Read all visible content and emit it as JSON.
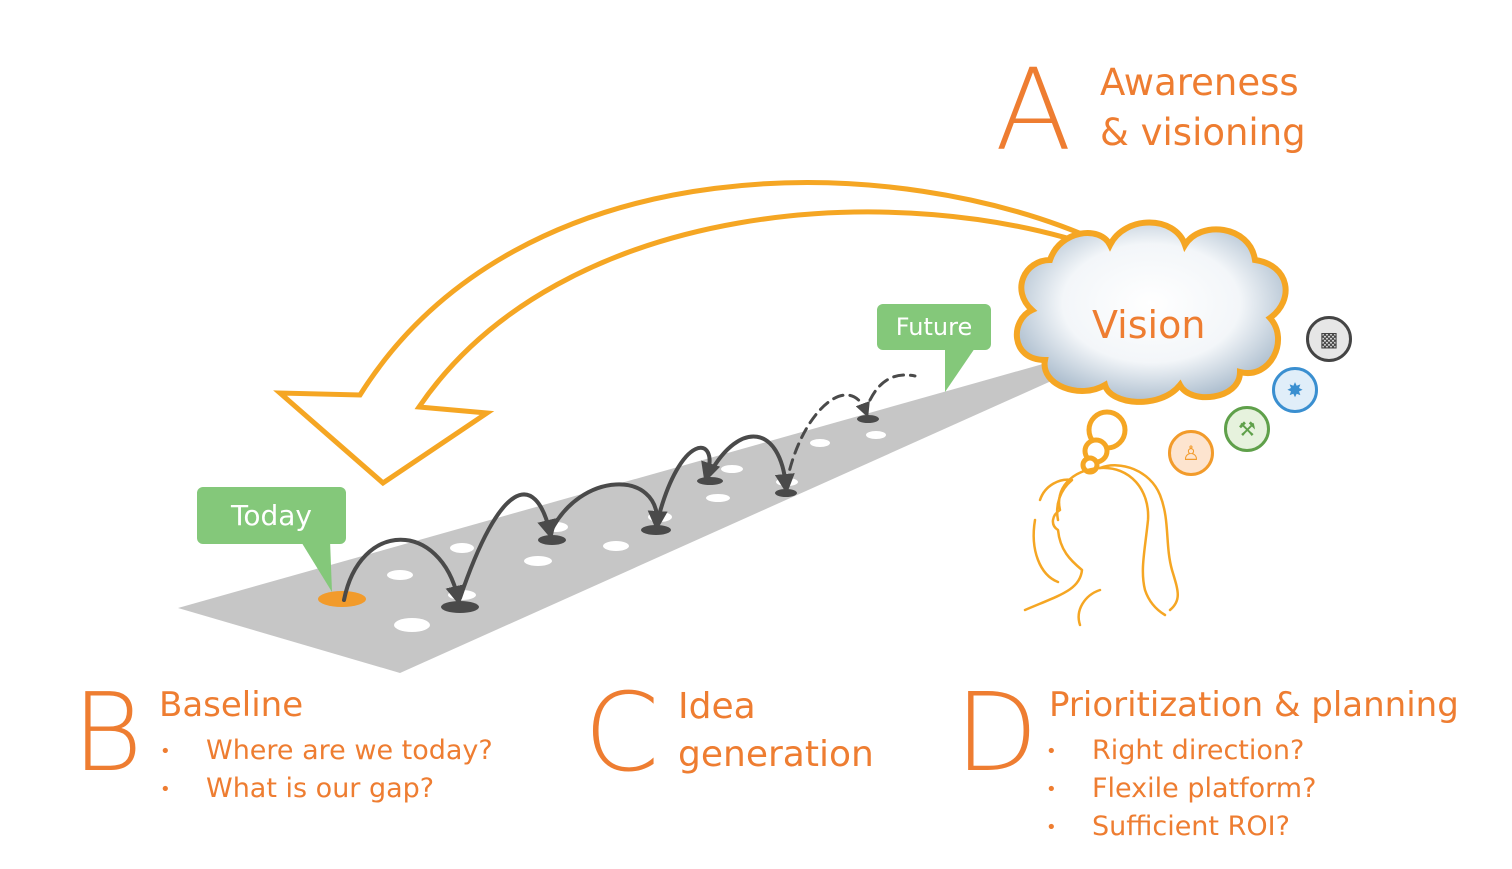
{
  "stage_a": {
    "letter": "A",
    "title_line1": "Awareness",
    "title_line2": "& visioning"
  },
  "stage_b": {
    "letter": "B",
    "title": "Baseline",
    "bullets": [
      "Where are we today?",
      "What is our gap?"
    ]
  },
  "stage_c": {
    "letter": "C",
    "title_line1": "Idea",
    "title_line2": "generation"
  },
  "stage_d": {
    "letter": "D",
    "title": "Prioritization & planning",
    "bullets": [
      "Right direction?",
      "Flexile platform?",
      "Sufficient ROI?"
    ]
  },
  "callouts": {
    "today": "Today",
    "future": "Future"
  },
  "cloud": {
    "label": "Vision"
  },
  "icons": [
    "people-icon",
    "excavator-icon",
    "network-icon",
    "server-icon"
  ],
  "colors": {
    "accent": "#ee7d31",
    "arrow": "#f5a623",
    "callout": "#84c87a",
    "track": "#c6c6c6",
    "hop": "#4a4a4a"
  }
}
